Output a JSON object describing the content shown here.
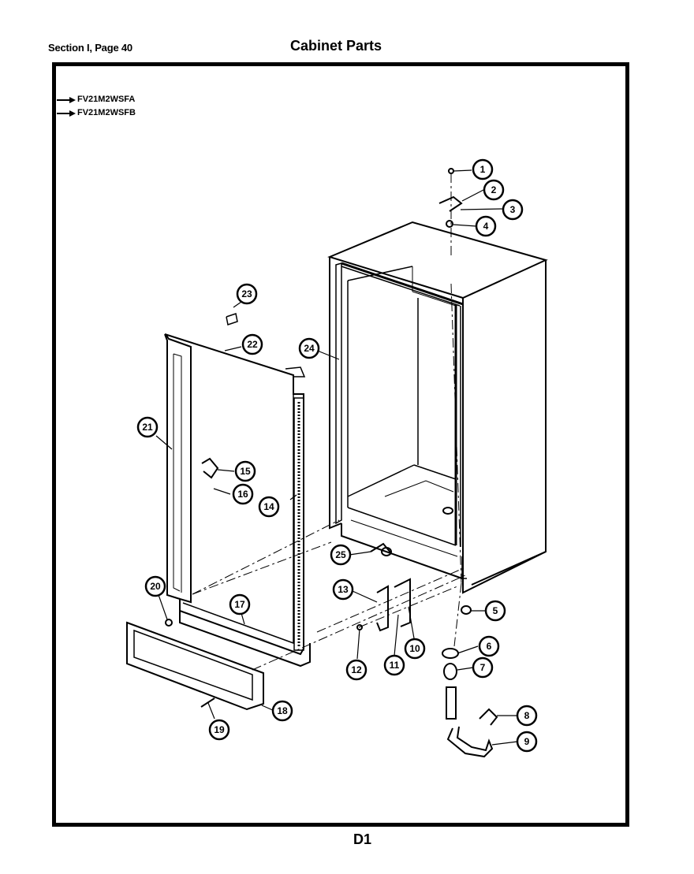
{
  "header": {
    "section": "Section I, Page 40",
    "title": "Cabinet Parts"
  },
  "models": [
    "FV21M2WSFA",
    "FV21M2WSFB"
  ],
  "footer": {
    "page_code": "D1"
  },
  "callouts": [
    {
      "label": "1"
    },
    {
      "label": "2"
    },
    {
      "label": "3"
    },
    {
      "label": "4"
    },
    {
      "label": "5"
    },
    {
      "label": "6"
    },
    {
      "label": "7"
    },
    {
      "label": "8"
    },
    {
      "label": "9"
    },
    {
      "label": "10"
    },
    {
      "label": "11"
    },
    {
      "label": "12"
    },
    {
      "label": "13"
    },
    {
      "label": "14"
    },
    {
      "label": "15"
    },
    {
      "label": "16"
    },
    {
      "label": "17"
    },
    {
      "label": "18"
    },
    {
      "label": "19"
    },
    {
      "label": "20"
    },
    {
      "label": "21"
    },
    {
      "label": "22"
    },
    {
      "label": "23"
    },
    {
      "label": "24"
    },
    {
      "label": "25"
    }
  ]
}
